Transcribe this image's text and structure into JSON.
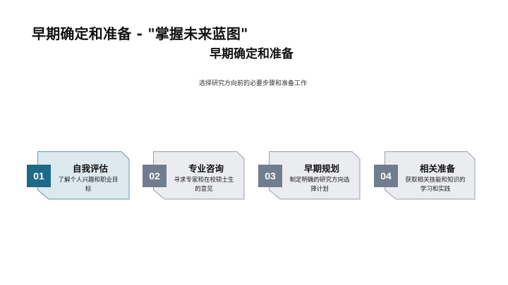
{
  "slide": {
    "title": "早期确定和准备 - \"掌握未来蓝图\"",
    "heading": "早期确定和准备",
    "subtitle": "选择研究方向前的必要步骤和准备工作"
  },
  "colors": {
    "active_number_bg": "#1b6a86",
    "active_card_bg": "#dce9ef",
    "active_card_border": "#6f97a6",
    "number_bg": "#707d8f",
    "card_bg": "#ebecef",
    "card_border": "#9aa1ab"
  },
  "steps": [
    {
      "number": "01",
      "title": "自我评估",
      "desc_line1": "了解个人兴趣和职业目",
      "desc_line2": "标",
      "active": true
    },
    {
      "number": "02",
      "title": "专业咨询",
      "desc_line1": "寻求专家和在校硕士生",
      "desc_line2": "的意见",
      "active": false
    },
    {
      "number": "03",
      "title": "早期规划",
      "desc_line1": "制定明确的研究方向选",
      "desc_line2": "择计划",
      "active": false
    },
    {
      "number": "04",
      "title": "相关准备",
      "desc_line1": "获取相关技能和知识的",
      "desc_line2": "学习和实践",
      "active": false
    }
  ]
}
